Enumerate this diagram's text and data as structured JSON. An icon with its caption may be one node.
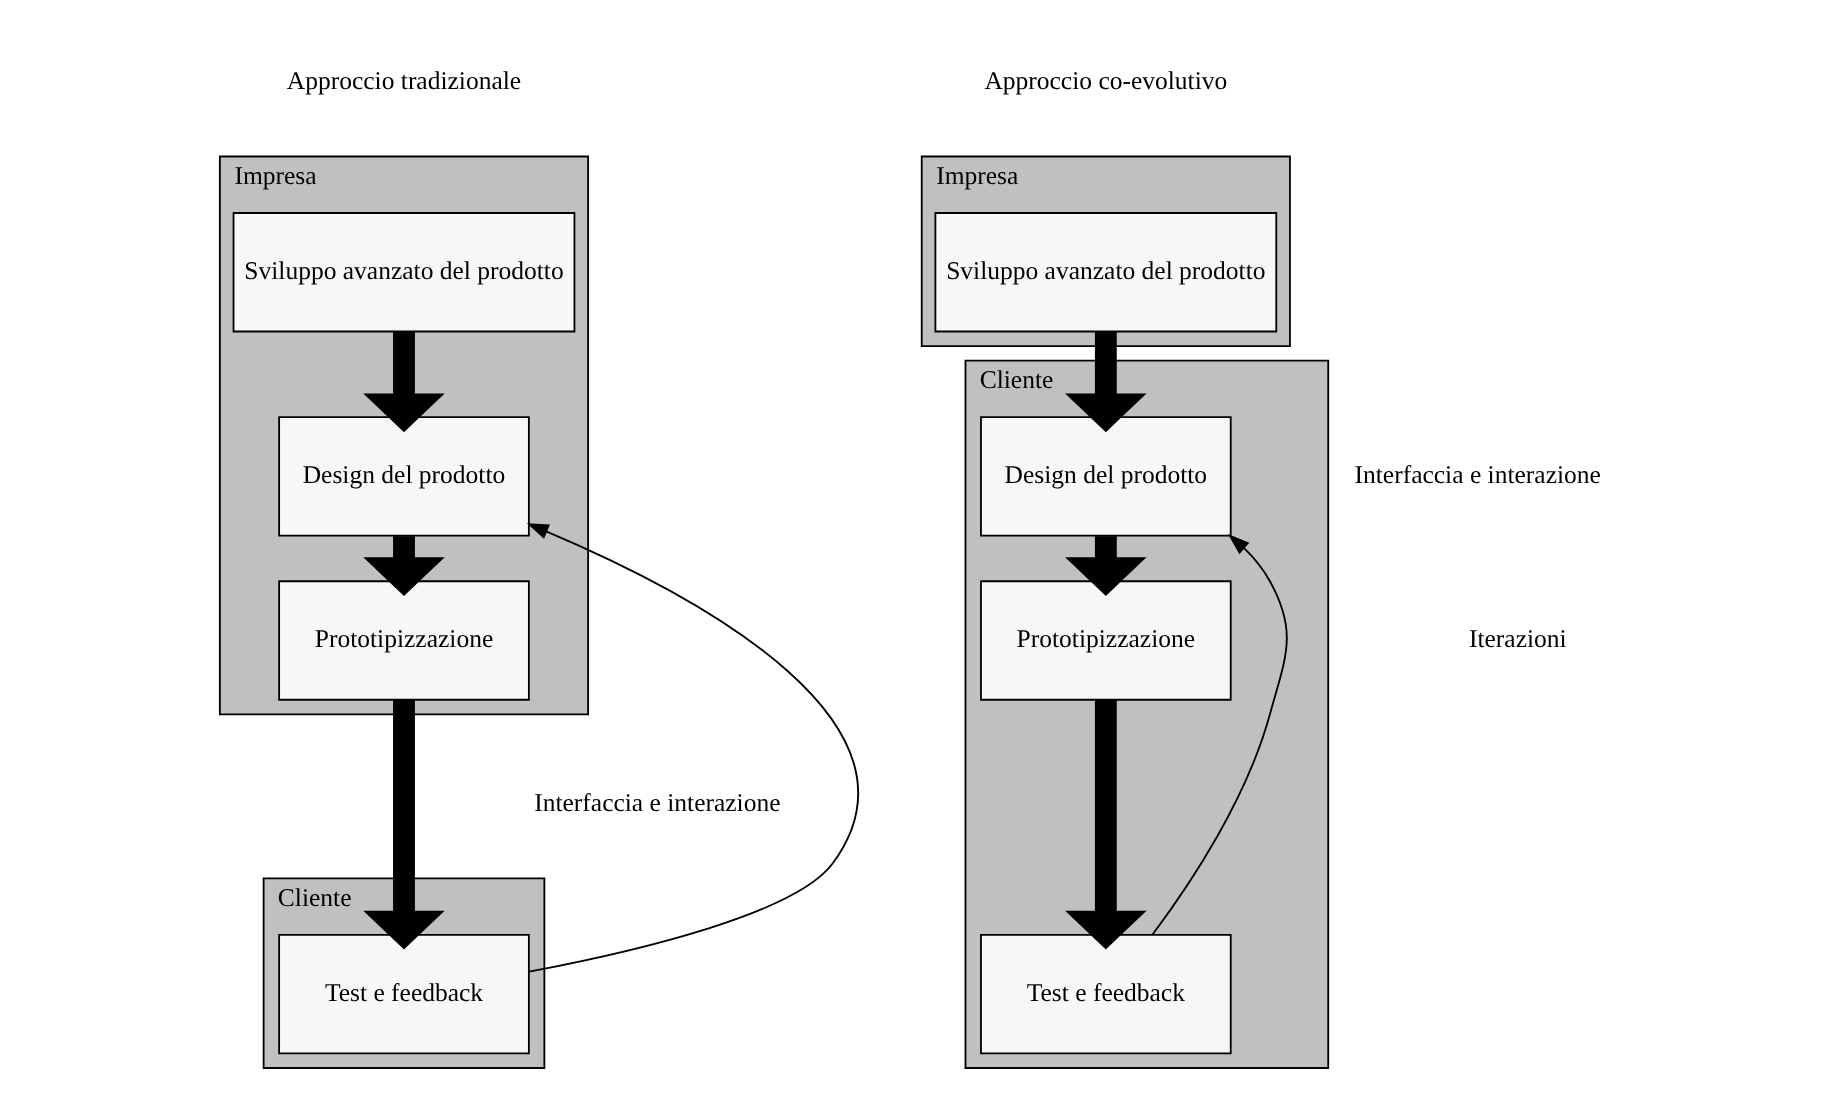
{
  "diagram": {
    "nodes": [
      {
        "text": [
          "Impresa"
        ]
      },
      {
        "text": [
          "Sviluppo avanzato del prodotto"
        ],
        "in": 0
      },
      {
        "text": [
          "Design del prodotto"
        ],
        "in": 0
      },
      {
        "text": [
          "Prototipizzazione"
        ],
        "in": 0
      },
      {
        "text": [
          "Cliente"
        ]
      },
      {
        "text": [
          "Test e feedback"
        ],
        "in": 4
      },
      {
        "text": [
          "Impresa"
        ]
      },
      {
        "text": [
          "Sviluppo avanzato del prodotto"
        ],
        "in": 6
      },
      {
        "text": [
          "Cliente"
        ]
      },
      {
        "text": [
          "Design del prodotto"
        ],
        "in": 8
      },
      {
        "text": [
          "Prototipizzazione"
        ],
        "in": 8
      },
      {
        "text": [
          "Test e feedback"
        ],
        "in": 8
      }
    ],
    "edges": [
      {
        "from": 1,
        "to": 2,
        "arrow": "to"
      },
      {
        "from": 2,
        "to": 3,
        "arrow": "to"
      },
      {
        "from": 3,
        "to": 5,
        "arrow": "to"
      },
      {
        "from": 5,
        "to": 2,
        "arrow": "to"
      },
      {
        "from": 7,
        "to": 9,
        "arrow": "to"
      },
      {
        "from": 9,
        "to": 10,
        "arrow": "to"
      },
      {
        "from": 10,
        "to": 11,
        "arrow": "to"
      },
      {
        "from": 11,
        "to": 9,
        "arrow": "to"
      }
    ],
    "labels": [
      "Approccio tradizionale",
      "Approccio co-evolutivo",
      "Interfaccia e interazione",
      "Interfaccia e interazione",
      "Iterazioni"
    ]
  }
}
